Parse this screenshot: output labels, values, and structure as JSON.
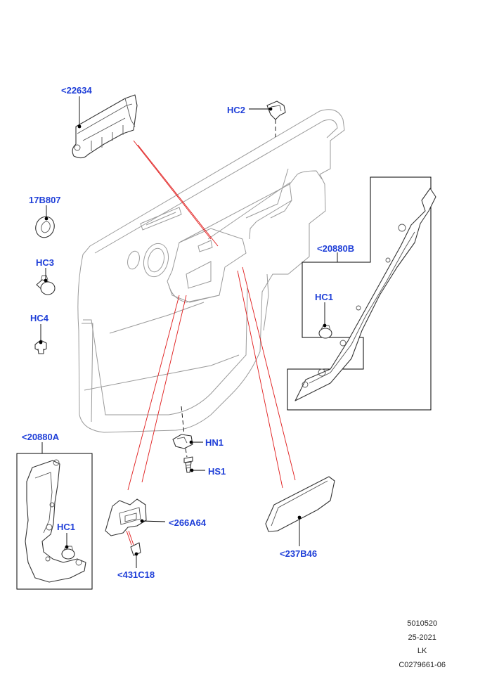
{
  "callouts": {
    "c_22634": "<22634",
    "c_hc2": "HC2",
    "c_17b807": "17B807",
    "c_hc3": "HC3",
    "c_hc4": "HC4",
    "c_20880b": "<20880B",
    "c_hc1_right": "HC1",
    "c_hn1": "HN1",
    "c_hs1": "HS1",
    "c_20880a": "<20880A",
    "c_hc1_left": "HC1",
    "c_266a64": "<266A64",
    "c_431c18": "<431C18",
    "c_237b46": "<237B46"
  },
  "footer": {
    "line1": "5010520",
    "line2": "25-2021",
    "line3": "LK",
    "line4": "C0279661-06"
  },
  "colors": {
    "callout_text": "#1f3fd8",
    "explode_lines": "#e01a1a",
    "outline": "#333333",
    "door_outline": "#9a9a9a"
  }
}
